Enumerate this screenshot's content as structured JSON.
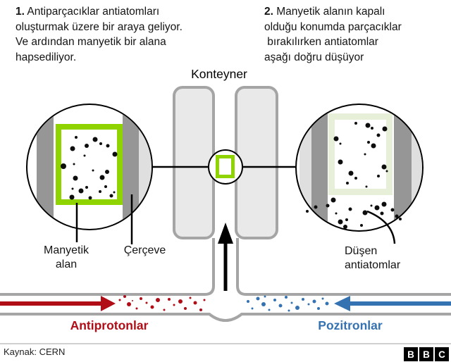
{
  "colors": {
    "green": "#8fd400",
    "pale_green": "#e7efd9",
    "red": "#b00d17",
    "blue": "#3572b2",
    "vessel_fill": "#e9e9e9",
    "gray_stroke": "#a5a5a5",
    "dark_band": "#969696",
    "light_band": "#dfdfdf"
  },
  "step1": {
    "number": "1.",
    "text": " Antiparçacıklar antiatomları\noluşturmak üzere bir araya geliyor.\nVe ardından manyetik bir alana\nhapsediliyor."
  },
  "step2": {
    "number": "2.",
    "text": " Manyetik alanın kapalı\nolduğu konumda parçacıklar\n bırakılırken antiatomlar\naşağı doğru düşüyor"
  },
  "labels": {
    "container": "Konteyner",
    "magnetic_field": "Manyetik\nalan",
    "frame": "Çerçeve",
    "falling_antiatoms": "Düşen\nantiatomlar",
    "antiprotons": "Antiprotonlar",
    "positrons": "Pozitronlar"
  },
  "footer": {
    "source": "Kaynak: CERN",
    "logo_letters": [
      "B",
      "B",
      "C"
    ]
  },
  "dots": {
    "left_circle": {
      "color": "#0d0d0d",
      "points": [
        [
          108,
          195,
          2
        ],
        [
          135,
          198,
          3.5
        ],
        [
          123,
          207,
          3
        ],
        [
          143,
          204,
          2
        ],
        [
          153,
          207,
          2.5
        ],
        [
          103,
          211,
          3.5
        ],
        [
          120,
          221,
          1.5
        ],
        [
          163,
          219,
          3.5
        ],
        [
          105,
          233,
          1.5
        ],
        [
          90,
          236,
          4
        ],
        [
          132,
          242,
          1.5
        ],
        [
          152,
          244,
          3
        ],
        [
          107,
          253,
          3.5
        ],
        [
          145,
          252,
          3.5
        ],
        [
          123,
          266,
          2
        ],
        [
          115,
          271,
          3.5
        ],
        [
          103,
          268,
          1.5
        ],
        [
          142,
          272,
          2
        ],
        [
          150,
          265,
          2
        ],
        [
          102,
          280,
          3.5
        ],
        [
          128,
          281,
          2.5
        ],
        [
          158,
          278,
          2.5
        ],
        [
          162,
          273,
          1.5
        ]
      ]
    },
    "right_circle_trapped": {
      "color": "#0d0d0d",
      "points": [
        [
          505,
          175,
          2
        ],
        [
          522,
          178,
          3.5
        ],
        [
          528,
          182,
          2
        ],
        [
          546,
          183,
          3.5
        ],
        [
          537,
          192,
          2.5
        ],
        [
          477,
          197,
          3.5
        ],
        [
          483,
          204,
          1.5
        ],
        [
          523,
          202,
          2
        ],
        [
          530,
          207,
          3.5
        ],
        [
          518,
          219,
          1.5
        ],
        [
          483,
          230,
          3.5
        ],
        [
          545,
          237,
          3.5
        ],
        [
          549,
          243,
          1.5
        ],
        [
          498,
          246,
          3.5
        ],
        [
          537,
          250,
          2
        ],
        [
          505,
          253,
          2
        ],
        [
          493,
          260,
          2
        ],
        [
          520,
          265,
          1.5
        ]
      ]
    },
    "right_circle_falling": {
      "color": "#0d0d0d",
      "points": [
        [
          473,
          284,
          3.5
        ],
        [
          465,
          292,
          2.5
        ],
        [
          545,
          290,
          3.5
        ],
        [
          535,
          295,
          3.5
        ],
        [
          527,
          292,
          1.5
        ],
        [
          497,
          297,
          2.5
        ],
        [
          518,
          302,
          3.5
        ],
        [
          477,
          303,
          1.5
        ],
        [
          542,
          303,
          2.5
        ],
        [
          557,
          298,
          2.5
        ],
        [
          563,
          307,
          2.5
        ],
        [
          492,
          312,
          2
        ],
        [
          483,
          315,
          3.5
        ],
        [
          513,
          320,
          2
        ],
        [
          568,
          311,
          2
        ],
        [
          490,
          322,
          3
        ],
        [
          448,
          294,
          2.5
        ],
        [
          436,
          300,
          2
        ]
      ]
    },
    "antiproton_beam": {
      "color": "#b00d17",
      "points": [
        [
          170,
          426,
          1.5
        ],
        [
          177,
          421,
          2
        ],
        [
          183,
          432,
          3
        ],
        [
          194,
          438,
          1.5
        ],
        [
          200,
          424,
          2
        ],
        [
          208,
          430,
          1.5
        ],
        [
          216,
          436,
          2.5
        ],
        [
          224,
          426,
          3
        ],
        [
          233,
          440,
          1.5
        ],
        [
          240,
          425,
          2
        ],
        [
          247,
          433,
          1.5
        ],
        [
          256,
          428,
          3
        ],
        [
          263,
          438,
          2
        ],
        [
          270,
          423,
          1.5
        ],
        [
          277,
          430,
          2.5
        ],
        [
          285,
          440,
          2
        ],
        [
          290,
          426,
          1.5
        ],
        [
          188,
          427,
          1
        ]
      ]
    },
    "positron_beam": {
      "color": "#3572b2",
      "points": [
        [
          352,
          428,
          2
        ],
        [
          358,
          438,
          1.5
        ],
        [
          366,
          424,
          2.5
        ],
        [
          374,
          432,
          3
        ],
        [
          382,
          440,
          1.5
        ],
        [
          390,
          426,
          2
        ],
        [
          398,
          434,
          2.5
        ],
        [
          406,
          422,
          2
        ],
        [
          414,
          430,
          1.5
        ],
        [
          422,
          437,
          3
        ],
        [
          430,
          425,
          2
        ],
        [
          438,
          432,
          1.5
        ],
        [
          446,
          428,
          2.5
        ],
        [
          452,
          438,
          2
        ],
        [
          458,
          424,
          1.5
        ],
        [
          464,
          431,
          2.5
        ],
        [
          410,
          441,
          1.5
        ],
        [
          376,
          421,
          1.5
        ]
      ]
    }
  }
}
